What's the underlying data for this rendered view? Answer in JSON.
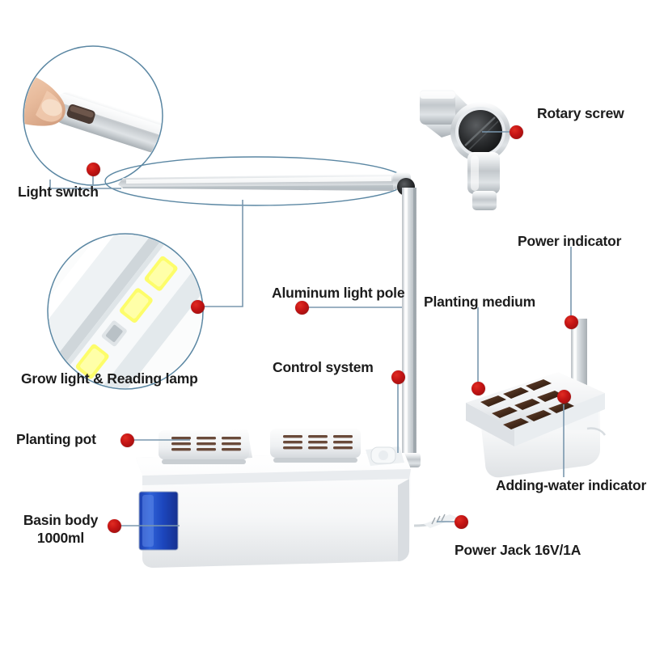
{
  "diagram": {
    "title": "Hydroponic grow light planter — annotated product diagram",
    "background_color": "#ffffff",
    "callout_dot_color": "#c41414",
    "connector_color": "#7a97ae",
    "inset_outline_color": "#5b87a3",
    "text_color": "#1c1c1c"
  },
  "labels": {
    "light_switch": "Light switch",
    "rotary_screw": "Rotary screw",
    "power_indicator": "Power indicator",
    "grow_reading": "Grow light  &  Reading lamp",
    "aluminum_pole": "Aluminum light pole",
    "planting_medium": "Planting medium",
    "control_system": "Control system",
    "planting_pot": "Planting pot",
    "basin_body_line1": "Basin body",
    "basin_body_line2": "1000ml",
    "adding_water": "Adding-water indicator",
    "power_jack": "Power Jack 16V/1A"
  },
  "insets": {
    "switch_photo": "finger-pressing-switch-photo",
    "led_photo": "led-strip-closeup-photo",
    "rotary_photo": "rotary-joint-photo",
    "tray_photo": "planting-tray-top-view-photo"
  },
  "product": {
    "lamp_bar": "horizontal-led-lamp-bar",
    "pole": "vertical-aluminum-pole",
    "basin": "white-basin-body",
    "water_window": "blue-water-level-window",
    "pot_trays": 2,
    "slots_per_tray": 9,
    "pods_in_tray_inset": 9,
    "cable": "power-cable-plug"
  }
}
